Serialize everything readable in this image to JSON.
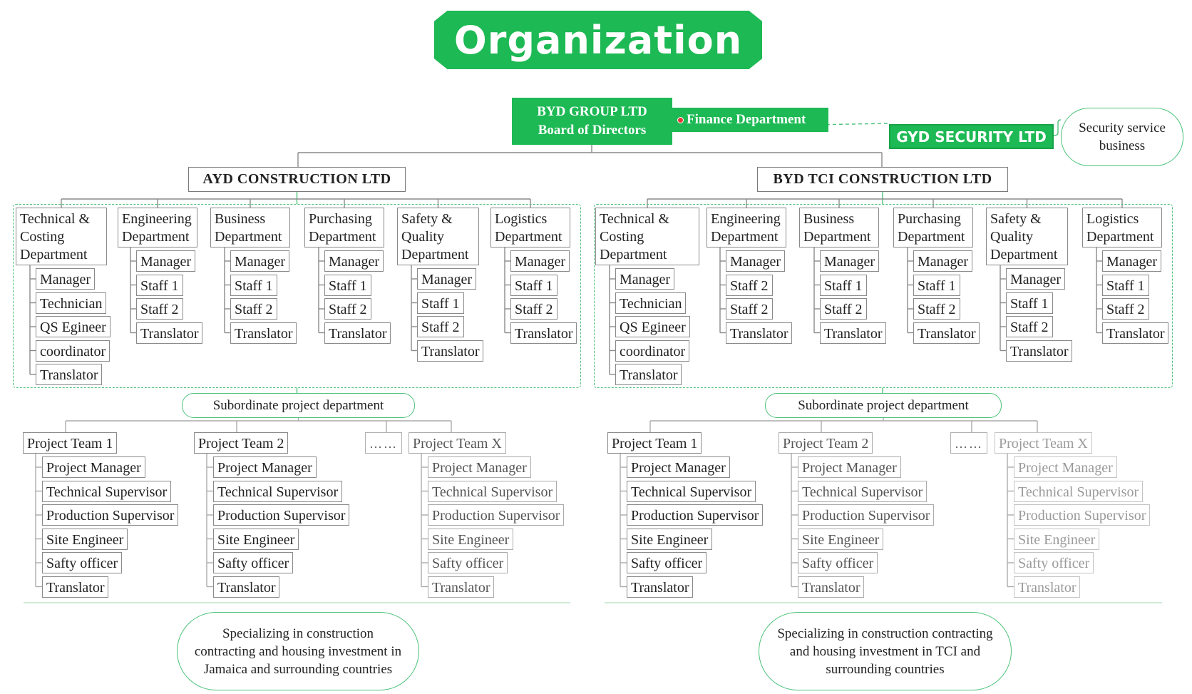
{
  "title": "Organization",
  "root": {
    "line1": "BYD GROUP LTD",
    "line2": "Board of Directors"
  },
  "finance": "Finance Department",
  "security": {
    "name": "GYD SECURITY LTD",
    "note": "Security service business"
  },
  "companies": [
    {
      "name": "AYD CONSTRUCTION LTD",
      "departments": [
        {
          "name": "Technical & Costing Department",
          "roles": [
            "Manager",
            "Technician",
            "QS Egineer",
            "coordinator",
            "Translator"
          ]
        },
        {
          "name": "Engineering Department",
          "roles": [
            "Manager",
            "Staff 1",
            "Staff 2",
            "Translator"
          ]
        },
        {
          "name": "Business Department",
          "roles": [
            "Manager",
            "Staff 1",
            "Staff 2",
            "Translator"
          ]
        },
        {
          "name": "Purchasing Department",
          "roles": [
            "Manager",
            "Staff 1",
            "Staff 2",
            "Translator"
          ]
        },
        {
          "name": "Safety & Quality Department",
          "roles": [
            "Manager",
            "Staff 1",
            "Staff 2",
            "Translator"
          ]
        },
        {
          "name": "Logistics Department",
          "roles": [
            "Manager",
            "Staff 1",
            "Staff 2",
            "Translator"
          ]
        }
      ],
      "subordinate": "Subordinate project department",
      "teams": [
        {
          "name": "Project Team 1",
          "roles": [
            "Project Manager",
            "Technical Supervisor",
            "Production  Supervisor",
            "Site Engineer",
            "Safty officer",
            "Translator"
          ]
        },
        {
          "name": "Project Team 2",
          "roles": [
            "Project Manager",
            "Technical Supervisor",
            "Production  Supervisor",
            "Site Engineer",
            "Safty officer",
            "Translator"
          ]
        },
        {
          "name": "Project Team X",
          "roles": [
            "Project Manager",
            "Technical Supervisor",
            "Production  Supervisor",
            "Site Engineer",
            "Safty officer",
            "Translator"
          ]
        }
      ],
      "ellipsis": "……",
      "summary": "Specializing in construction contracting and housing investment in Jamaica and surrounding countries"
    },
    {
      "name": "BYD TCI CONSTRUCTION LTD",
      "departments": [
        {
          "name": "Technical & Costing Department",
          "roles": [
            "Manager",
            "Technician",
            "QS Egineer",
            "coordinator",
            "Translator"
          ]
        },
        {
          "name": "Engineering Department",
          "roles": [
            "Manager",
            "Staff 2",
            "Staff 2",
            "Translator"
          ]
        },
        {
          "name": "Business Department",
          "roles": [
            "Manager",
            "Staff 1",
            "Staff 2",
            "Translator"
          ]
        },
        {
          "name": "Purchasing Department",
          "roles": [
            "Manager",
            "Staff 1",
            "Staff 2",
            "Translator"
          ]
        },
        {
          "name": "Safety & Quality Department",
          "roles": [
            "Manager",
            "Staff 1",
            "Staff 2",
            "Translator"
          ]
        },
        {
          "name": "Logistics Department",
          "roles": [
            "Manager",
            "Staff 1",
            "Staff 2",
            "Translator"
          ]
        }
      ],
      "subordinate": "Subordinate project department",
      "teams": [
        {
          "name": "Project Team 1",
          "roles": [
            "Project Manager",
            "Technical Supervisor",
            "Production  Supervisor",
            "Site Engineer",
            "Safty officer",
            "Translator"
          ]
        },
        {
          "name": "Project Team 2",
          "roles": [
            "Project Manager",
            "Technical Supervisor",
            "Production  Supervisor",
            "Site Engineer",
            "Safty officer",
            "Translator"
          ]
        },
        {
          "name": "Project Team X",
          "roles": [
            "Project Manager",
            "Technical Supervisor",
            "Production  Supervisor",
            "Site Engineer",
            "Safty officer",
            "Translator"
          ]
        }
      ],
      "ellipsis": "……",
      "summary": "Specializing in construction contracting and housing investment in TCI and surrounding countries"
    }
  ]
}
